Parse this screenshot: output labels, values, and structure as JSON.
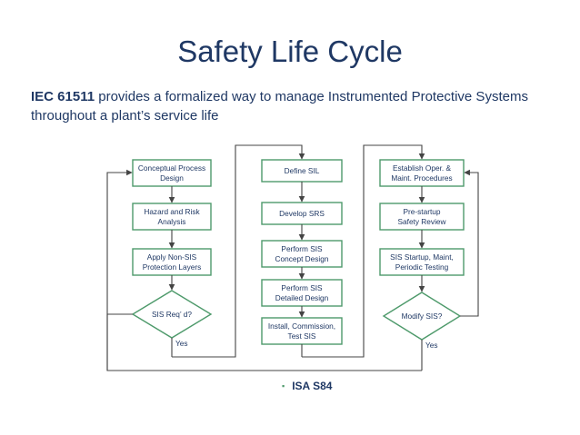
{
  "title": "Safety Life Cycle",
  "intro": {
    "standard": "IEC 61511",
    "text": " provides a formalized way to manage Instrumented Protective Systems throughout a plant’s service life"
  },
  "diagram": {
    "box_border_color": "#4e9a6b",
    "line_color": "#444444",
    "col1": {
      "box1": [
        "Conceptual Process",
        "Design"
      ],
      "box2": [
        "Hazard and Risk",
        "Analysis"
      ],
      "box3": [
        "Apply Non-SIS",
        "Protection Layers"
      ],
      "decision": "SIS Req’ d?",
      "yes": "Yes"
    },
    "col2": {
      "box1": [
        "Define SIL"
      ],
      "box2": [
        "Develop SRS"
      ],
      "box3": [
        "Perform SIS",
        "Concept Design"
      ],
      "box4": [
        "Perform SIS",
        "Detailed Design"
      ],
      "box5": [
        "Install, Commission,",
        "Test SIS"
      ]
    },
    "col3": {
      "box1": [
        "Establish Oper. &",
        "Maint. Procedures"
      ],
      "box2": [
        "Pre-startup",
        "Safety Review"
      ],
      "box3": [
        "SIS Startup, Maint,",
        "Periodic Testing"
      ],
      "decision": "Modify SIS?",
      "yes": "Yes"
    }
  },
  "reference": {
    "bullet": "▪",
    "text": "ISA S84"
  }
}
